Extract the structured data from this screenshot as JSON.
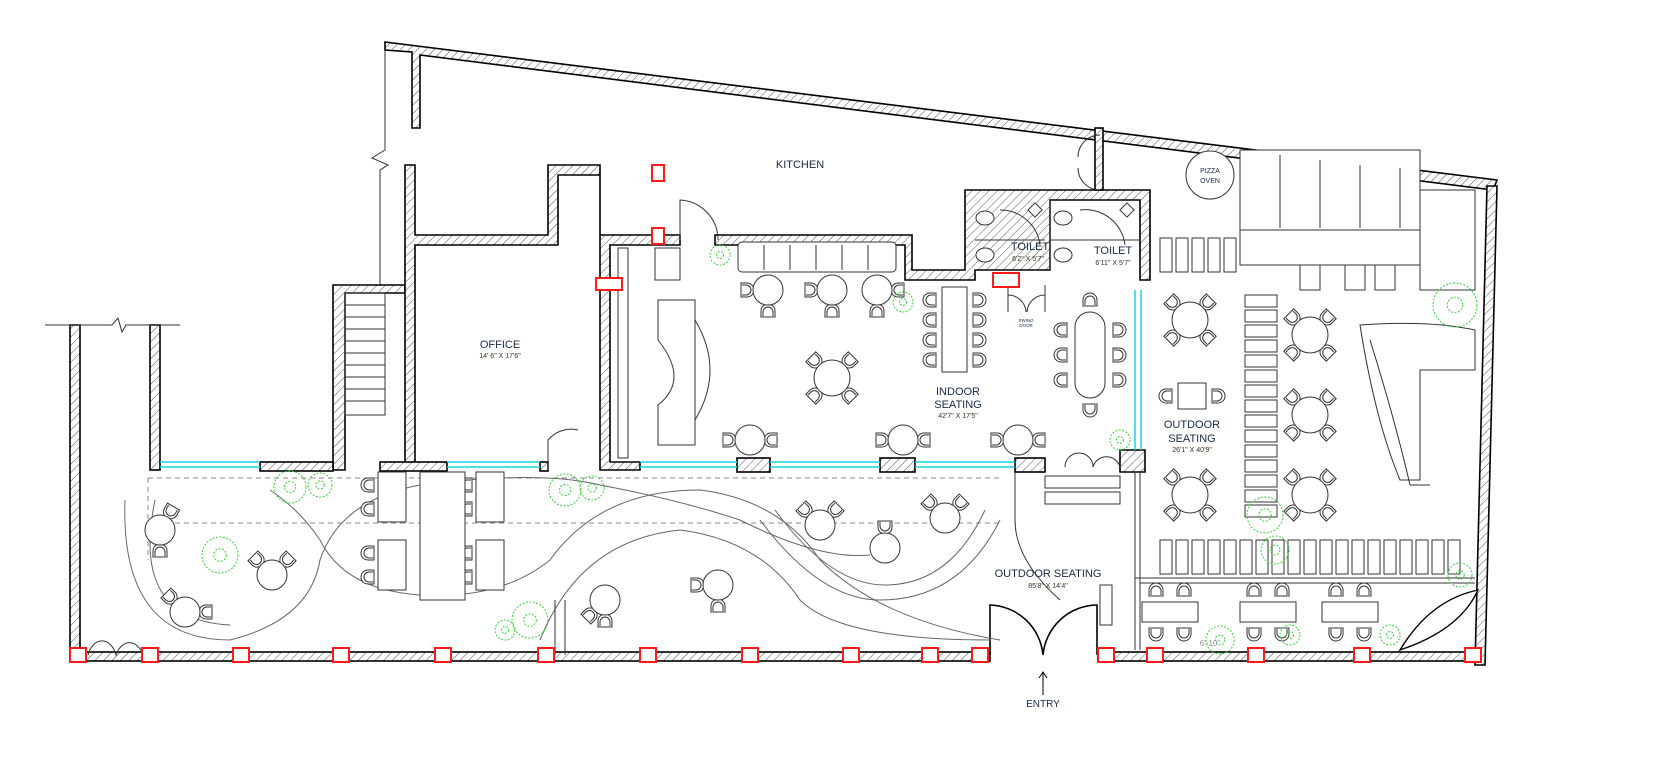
{
  "plan": {
    "rooms": {
      "kitchen": {
        "name": "KITCHEN"
      },
      "pizza_oven": {
        "line1": "PIZZA",
        "line2": "OVEN"
      },
      "toilet_1": {
        "name": "TOILET",
        "size": "6'2\" X 5'7\""
      },
      "toilet_2": {
        "name": "TOILET",
        "size": "6'11\" X 5'7\""
      },
      "office": {
        "name": "OFFICE",
        "size": "14' 6\" X 17'6\""
      },
      "indoor_seating": {
        "line1": "INDOOR",
        "line2": "SEATING",
        "size": "42'7\" X 17'5\""
      },
      "swing_door": {
        "line1": "SWING",
        "line2": "DOOR"
      },
      "outdoor_seating_right": {
        "line1": "OUTDOOR",
        "line2": "SEATING",
        "size": "26'1\" X 40'9\""
      },
      "outdoor_seating_front": {
        "name": "OUTDOOR SEATING",
        "size": "85'8\" X 14'4\""
      }
    },
    "entry_label": "ENTRY",
    "dimension_note": "6'-10\"",
    "colors": {
      "glazing": "#19d3e0",
      "columns": "#ff1a1a",
      "planting": "#37d43a",
      "walls": "#000000"
    }
  }
}
